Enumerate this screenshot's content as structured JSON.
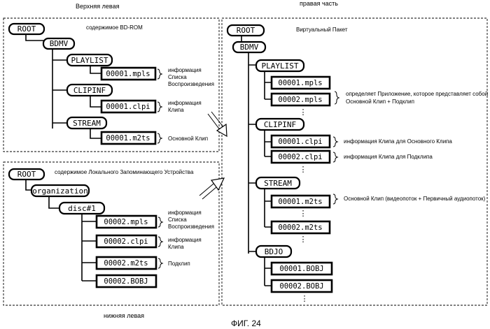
{
  "captions": {
    "top_left": "Верхняя левая",
    "right": "правая часть",
    "bottom_left": "нижняя левая",
    "figure": "ФИГ. 24"
  },
  "top_left_panel": {
    "title": "содержимое BD-ROM",
    "root": "ROOT",
    "bdmv": "BDMV",
    "playlist": "PLAYLIST",
    "playlist_file": "00001.mpls",
    "playlist_note": [
      "информация",
      "Списка",
      "Воспроизведения"
    ],
    "clipinf": "CLIPINF",
    "clipinf_file": "00001.clpi",
    "clipinf_note": [
      "информация",
      "Клипа"
    ],
    "stream": "STREAM",
    "stream_file": "00001.m2ts",
    "stream_note": "Основной Клип"
  },
  "bottom_left_panel": {
    "title": "содержимое Локального Запоминающего  Устройства",
    "root": "ROOT",
    "organization": "organization",
    "disc": "disc#1",
    "mpls_file": "00002.mpls",
    "mpls_note": [
      "информация",
      "Списка",
      "Воспроизведения"
    ],
    "clpi_file": "00002.clpi",
    "clpi_note": [
      "информация",
      "Клипа"
    ],
    "m2ts_file": "00002.m2ts",
    "m2ts_note": "Подклип",
    "bobj_file": "00002.BOBJ"
  },
  "right_panel": {
    "title": "Виртуальный Пакет",
    "root": "ROOT",
    "bdmv": "BDMV",
    "playlist": "PLAYLIST",
    "playlist_files": [
      "00001.mpls",
      "00002.mpls"
    ],
    "playlist_note": [
      "определяет Приложение, которое представляет собой",
      "Основной Клип + Подклип"
    ],
    "clipinf": "CLIPINF",
    "clipinf_files": [
      "00001.clpi",
      "00002.clpi"
    ],
    "clipinf_notes": [
      "информация Клипа для Основного Клипа",
      "информация Клипа для  Подклипа"
    ],
    "stream": "STREAM",
    "stream_files": [
      "00001.m2ts",
      "00002.m2ts"
    ],
    "stream_note": "Основной Клип (видеопоток + Первичный аудиопоток)",
    "bdjo": "BDJO",
    "bdjo_files": [
      "00001.BOBJ",
      "00002.BOBJ"
    ],
    "ellipsis": "⋮"
  }
}
